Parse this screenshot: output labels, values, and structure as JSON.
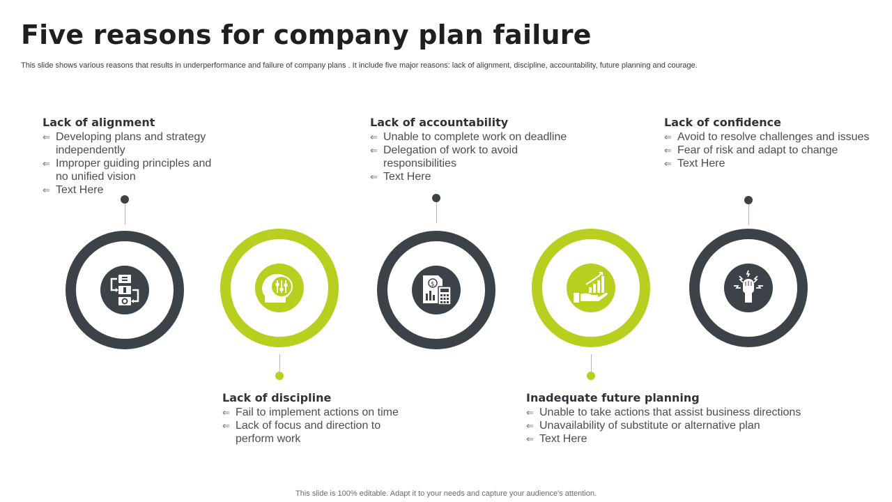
{
  "title": "Five reasons for company plan failure",
  "subtitle": "This slide shows various reasons that results in underperformance and failure of company plans . It include five major reasons: lack of alignment, discipline, accountability, future planning and courage.",
  "bullet_glyph": "⇐",
  "colors": {
    "dark": "#3d4249",
    "green": "#b8cf1f"
  },
  "reasons": [
    {
      "heading": "Lack of alignment",
      "icon": "workflow-icon",
      "bullets": [
        "Developing plans and strategy independently",
        "Improper guiding principles and no unified vision",
        "Text Here"
      ]
    },
    {
      "heading": "Lack of discipline",
      "icon": "head-sliders-icon",
      "bullets": [
        "Fail to implement actions on time",
        "Lack of focus and direction to perform work"
      ]
    },
    {
      "heading": "Lack of accountability",
      "icon": "calculator-document-icon",
      "bullets": [
        "Unable to complete work on deadline",
        "Delegation of work to avoid responsibilities",
        "Text Here"
      ]
    },
    {
      "heading": "Inadequate future planning",
      "icon": "growth-hand-icon",
      "bullets": [
        "Unable to take actions that assist business directions",
        "Unavailability of substitute or alternative plan",
        "Text Here"
      ]
    },
    {
      "heading": "Lack of confidence",
      "icon": "raised-fist-icon",
      "bullets": [
        "Avoid to resolve challenges and issues",
        "Fear of risk and adapt to change",
        "Text Here"
      ]
    }
  ],
  "footer": "This slide is 100% editable. Adapt it to your needs and capture your audience's attention."
}
